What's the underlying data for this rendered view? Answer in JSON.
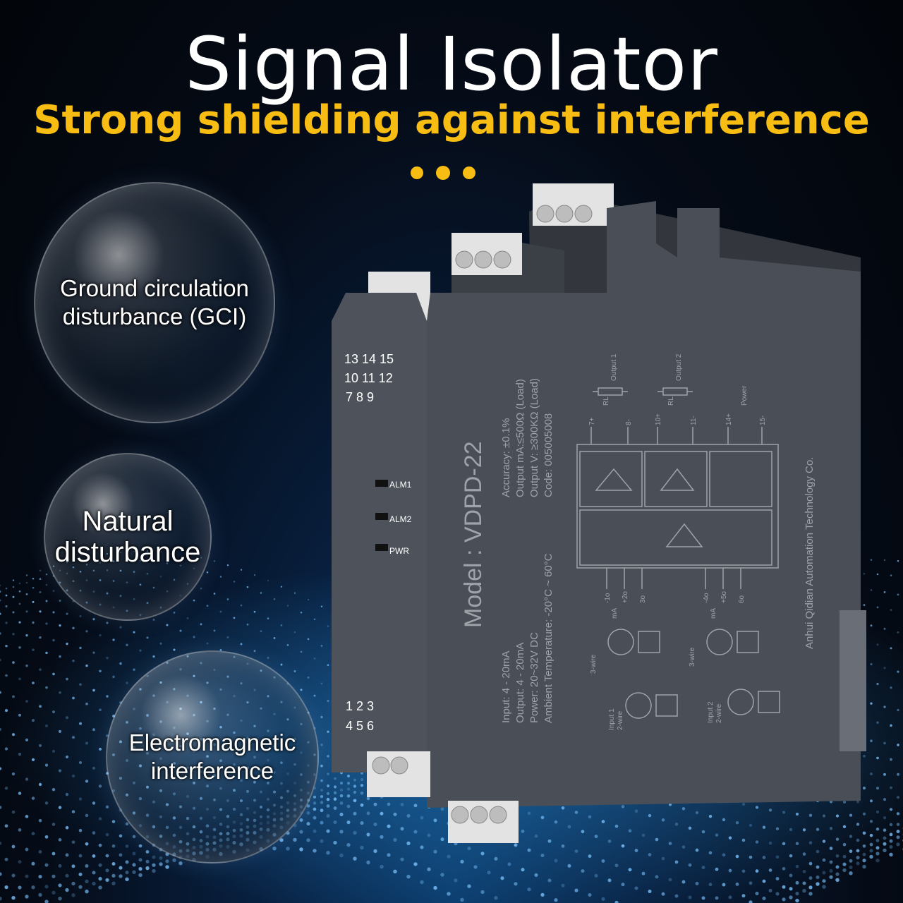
{
  "header": {
    "title": "Signal Isolator",
    "subtitle": "Strong shielding against interference"
  },
  "colors": {
    "accent": "#f7bd12",
    "device_body": "#4a4f57",
    "terminal": "#e6e6e6"
  },
  "bubbles": [
    {
      "line1": "Ground circulation",
      "line2": "disturbance (GCI)"
    },
    {
      "line1": "Natural",
      "line2": "disturbance"
    },
    {
      "line1": "Electromagnetic",
      "line2": "interference"
    }
  ],
  "device": {
    "model": "Model :  VDPD-22",
    "terminals_top": {
      "row1": "13 14 15",
      "row2": "10 11 12",
      "row3": "7  8  9"
    },
    "terminals_bottom": {
      "row1": "1  2  3",
      "row2": "4  5  6"
    },
    "leds": [
      "ALM1",
      "ALM2",
      "PWR"
    ],
    "specs_right": [
      "Accuracy: ±0.1%",
      "Output  mA:≤500Ω  (Load)",
      "Output  V:  ≥300KΩ  (Load)",
      "Code:  005005008"
    ],
    "specs_left": [
      "Input: 4 - 20mA",
      "Output: 4 - 20mA",
      "Power: 20~32V DC",
      "Ambient Temperature: -20°C ~ 60°C"
    ],
    "manufacturer": "Anhui Qidian Automation Technology Co.",
    "diagram_labels": {
      "output1": "Output 1",
      "output2": "Output 2",
      "power": "Power",
      "rl": "RL",
      "t7": "7+",
      "t8": "8-",
      "t10": "10+",
      "t11": "11-",
      "t14": "14+",
      "t15": "15-",
      "t1": "-1o",
      "t2": "+2o",
      "t3": "3o",
      "t4": "-4o",
      "t5": "+5o",
      "t6": "6o",
      "ma": "mA",
      "three_wire": "3-wire",
      "input1": "Input 1",
      "input2": "Input 2",
      "two_wire": "2-wire"
    }
  }
}
